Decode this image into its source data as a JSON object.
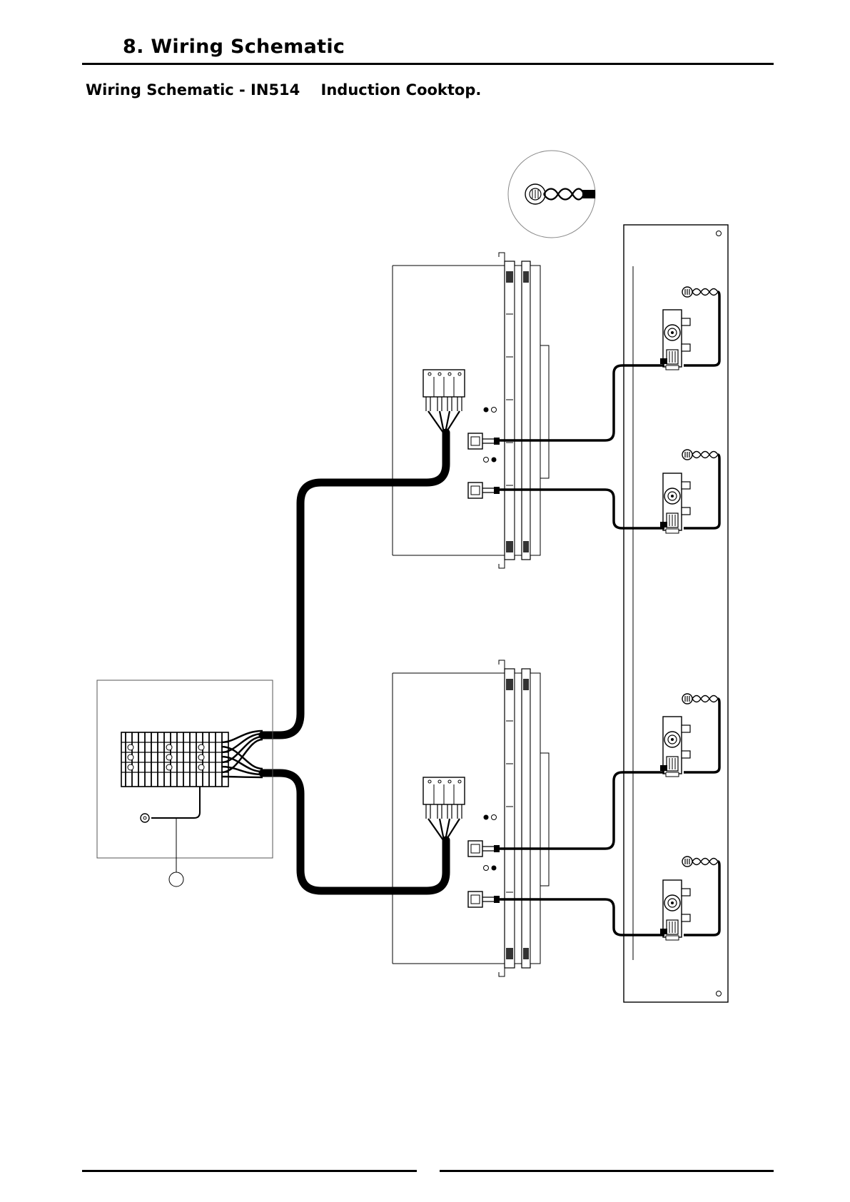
{
  "header": {
    "section_title": "8. Wiring Schematic"
  },
  "diagram": {
    "title_prefix": "Wiring Schematic - IN514",
    "title_suffix": "Induction Cooktop."
  },
  "colors": {
    "line": "#000000",
    "panel_stroke": "#555555",
    "background": "#ffffff"
  },
  "icons": {
    "terminal_block": "terminal-block-icon",
    "earth_lug": "earth-ring-lug-icon",
    "connector": "plug-connector-icon",
    "coil_terminal": "coil-terminal-icon",
    "twisted_pair": "twisted-pair-detail-icon"
  }
}
